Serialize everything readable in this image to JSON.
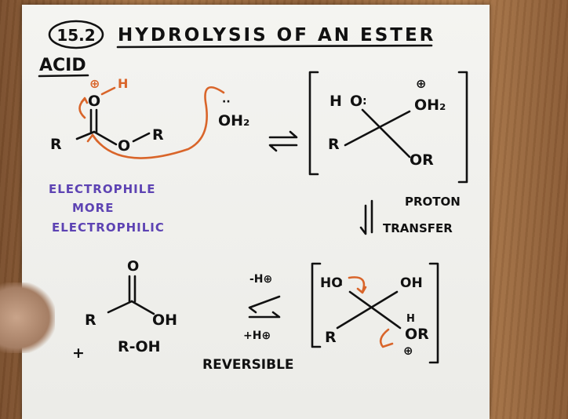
{
  "notes": {
    "section_number": "15.2",
    "title": "HYDROLYSIS OF AN ESTER",
    "condition": "ACID",
    "labels": {
      "electrophile": "ELECTROPHILE",
      "more": "MORE",
      "electrophilic": "ELECTROPHILIC",
      "proton": "PROTON",
      "transfer": "TRANSFER",
      "reversible": "REVERSIBLE",
      "minus_h": "-H⊕",
      "plus_h": "+H⊕"
    },
    "atoms": {
      "O": "O",
      "H": "H",
      "R": "R",
      "OH": "OH",
      "OR": "OR",
      "OH2": "OH₂",
      "HO": "HO",
      "R_OH": "R-OH",
      "plus": "+",
      "charge": "⊕"
    }
  },
  "colors": {
    "ink": "#111111",
    "arrow_ink": "#d9652a",
    "note_ink": "#5d43b3",
    "paper": "#f0f0ec",
    "wood": "#9c6a3e"
  }
}
